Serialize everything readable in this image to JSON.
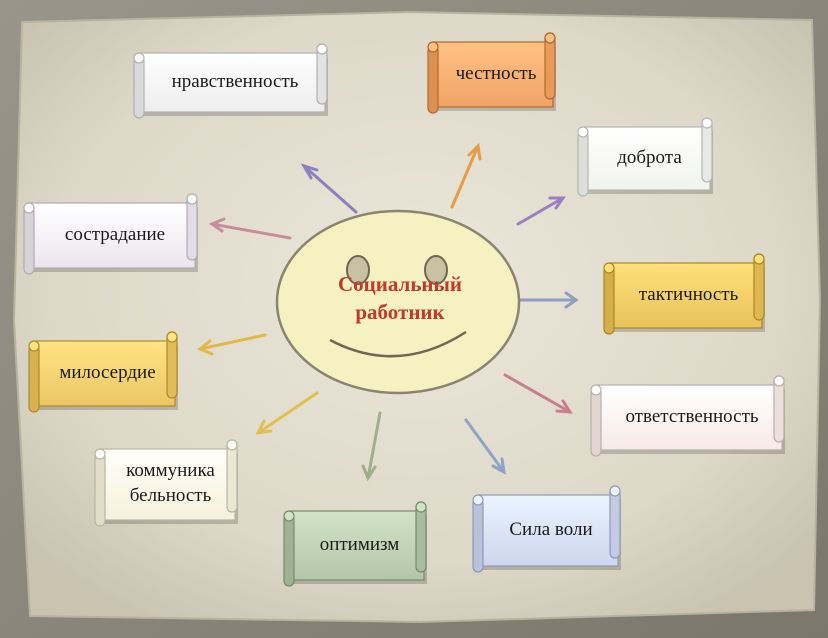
{
  "center": {
    "line1": "Социальный",
    "line2": "работник"
  },
  "nodes": {
    "morality": "нравственность",
    "honesty": "честность",
    "kindness": "доброта",
    "compassion": "сострадание",
    "tact": "тактичность",
    "mercy": "милосердие",
    "responsibility": "ответственность",
    "communicativeness_1": "коммуника",
    "communicativeness_2": "бельность",
    "optimism": "оптимизм",
    "willpower": "Сила воли"
  },
  "colors": {
    "background_paper": "#e3ded0",
    "frame": "#8a8578",
    "smiley_fill": "#f6f1c1",
    "center_text": "#c0392b",
    "honesty": "#f0a466",
    "tact": "#e8c25c",
    "mercy": "#ecc665",
    "optimism": "#b3c6a8",
    "willpower": "#ccd6ee",
    "kindness": "#f1f3ee",
    "morality": "#ededed"
  }
}
